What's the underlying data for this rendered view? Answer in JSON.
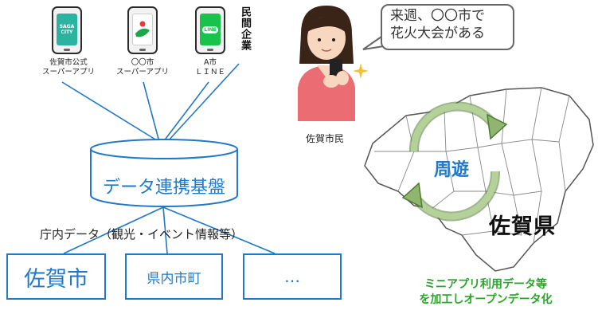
{
  "apps": [
    {
      "label": "佐賀市公式\nスーパーアプリ",
      "screen_text": "SAGA\nCITY",
      "screen_color": "#2bb3a0"
    },
    {
      "label": "〇〇市\nスーパーアプリ",
      "screen_text": "",
      "screen_color": "#ffffff"
    },
    {
      "label": "A市\nＬＩＮＥ",
      "screen_text": "LINE",
      "screen_color": "#19c24a"
    }
  ],
  "private_label": "民間企業",
  "platform_label": "データ連携基盤",
  "flow_label": "庁内データ（観光・イベント情報等）",
  "destinations": [
    {
      "label": "佐賀市"
    },
    {
      "label": "県内市町"
    },
    {
      "label": "…"
    }
  ],
  "speech_bubble": "来週、〇〇市で\n花火大会がある",
  "citizen_label": "佐賀市民",
  "cycle_label": "周遊",
  "prefecture_label": "佐賀県",
  "open_data_caption": "ミニアプリ利用データ等\nを加工しオープンデータ化",
  "colors": {
    "accent_blue": "#1f78c8",
    "green": "#2aa52a"
  }
}
